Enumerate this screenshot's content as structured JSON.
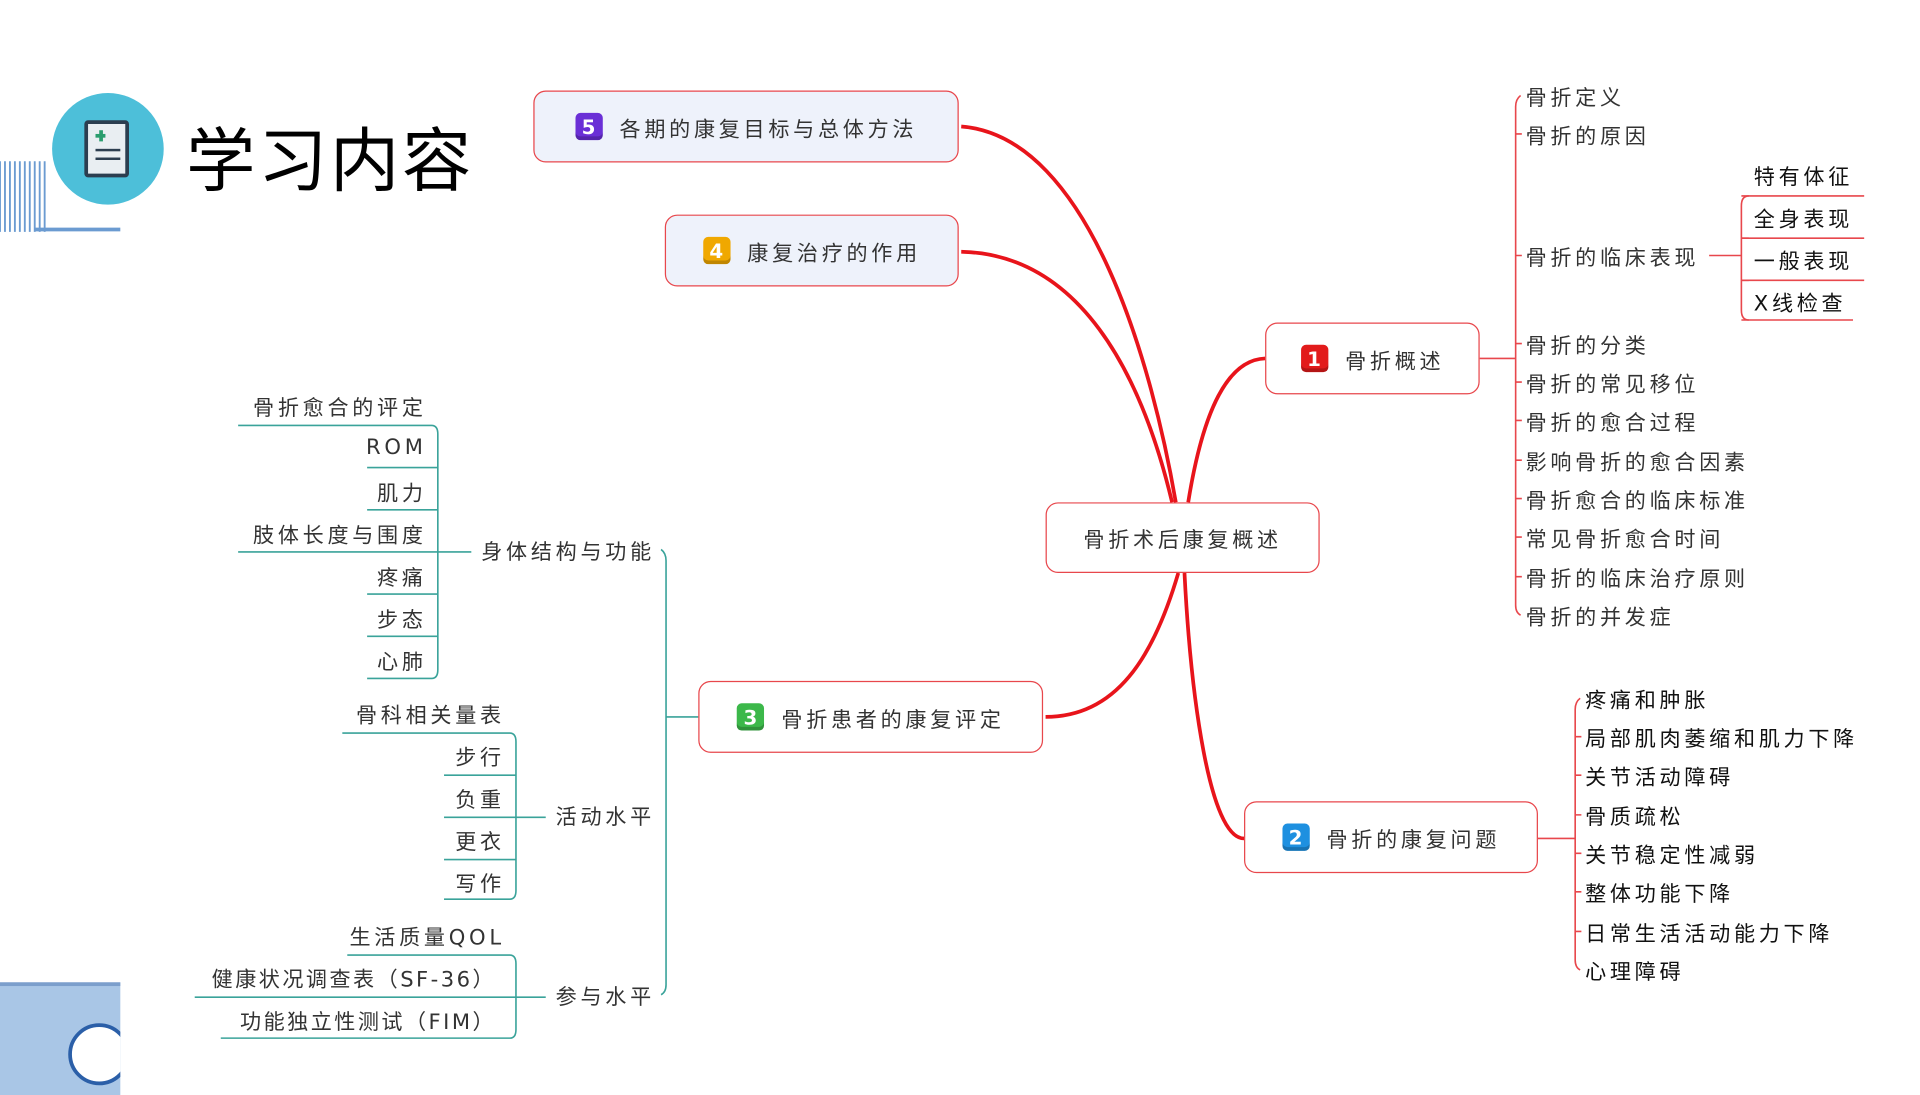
{
  "header": {
    "title": "学习内容",
    "icon": "clipboard-medical-icon"
  },
  "colors": {
    "branch": "#e8141b",
    "teal": "#3aa39a",
    "node_border": "#e8474c",
    "header_circle": "#4dbfd9"
  },
  "center": {
    "label": "骨折术后康复概述"
  },
  "nodes": {
    "n1": {
      "num": "1",
      "label": "骨折概述",
      "badge_color": "#e21b1b",
      "children": [
        "骨折定义",
        "骨折的原因",
        "骨折的临床表现",
        "骨折的分类",
        "骨折的常见移位",
        "骨折的愈合过程",
        "影响骨折的愈合因素",
        "骨折愈合的临床标准",
        "常见骨折愈合时间",
        "骨折的临床治疗原则",
        "骨折的并发症"
      ],
      "clinical": [
        "特有体征",
        "全身表现",
        "一般表现",
        "X线检查"
      ]
    },
    "n2": {
      "num": "2",
      "label": "骨折的康复问题",
      "badge_color": "#1e90e0",
      "children": [
        "疼痛和肿胀",
        "局部肌肉萎缩和肌力下降",
        "关节活动障碍",
        "骨质疏松",
        "关节稳定性减弱",
        "整体功能下降",
        "日常生活活动能力下降",
        "心理障碍"
      ]
    },
    "n3": {
      "num": "3",
      "label": "骨折患者的康复评定",
      "badge_color": "#3cb84a",
      "groups": [
        {
          "label": "身体结构与功能",
          "items": [
            "骨折愈合的评定",
            "ROM",
            "肌力",
            "肢体长度与围度",
            "疼痛",
            "步态",
            "心肺"
          ]
        },
        {
          "label": "活动水平",
          "items": [
            "骨科相关量表",
            "步行",
            "负重",
            "更衣",
            "写作"
          ]
        },
        {
          "label": "参与水平",
          "items": [
            "生活质量QOL",
            "健康状况调查表（SF-36）",
            "功能独立性测试（FIM）"
          ]
        }
      ]
    },
    "n4": {
      "num": "4",
      "label": "康复治疗的作用",
      "badge_color": "#f0a800"
    },
    "n5": {
      "num": "5",
      "label": "各期的康复目标与总体方法",
      "badge_color": "#6a2fd6"
    }
  }
}
